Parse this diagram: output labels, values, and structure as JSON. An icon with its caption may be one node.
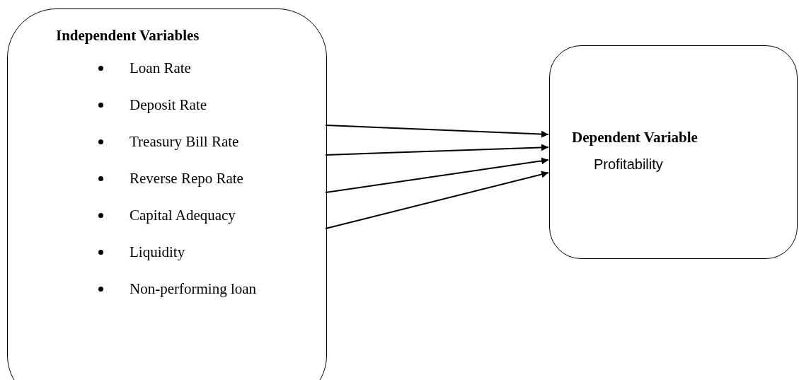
{
  "diagram": {
    "nodes": [
      {
        "text": [
          "Independent Variables",
          "Loan Rate",
          "Deposit Rate",
          "Treasury Bill Rate",
          "Reverse Repo Rate",
          "Capital Adequacy",
          "Liquidity",
          "Non-performing loan"
        ]
      },
      {
        "text": [
          "Dependent Variable",
          "Profitability"
        ]
      }
    ],
    "edges": [
      {
        "from": 0,
        "to": 1,
        "arrow": "to"
      },
      {
        "from": 0,
        "to": 1,
        "arrow": "to"
      },
      {
        "from": 0,
        "to": 1,
        "arrow": "to"
      },
      {
        "from": 0,
        "to": 1,
        "arrow": "to"
      }
    ]
  }
}
